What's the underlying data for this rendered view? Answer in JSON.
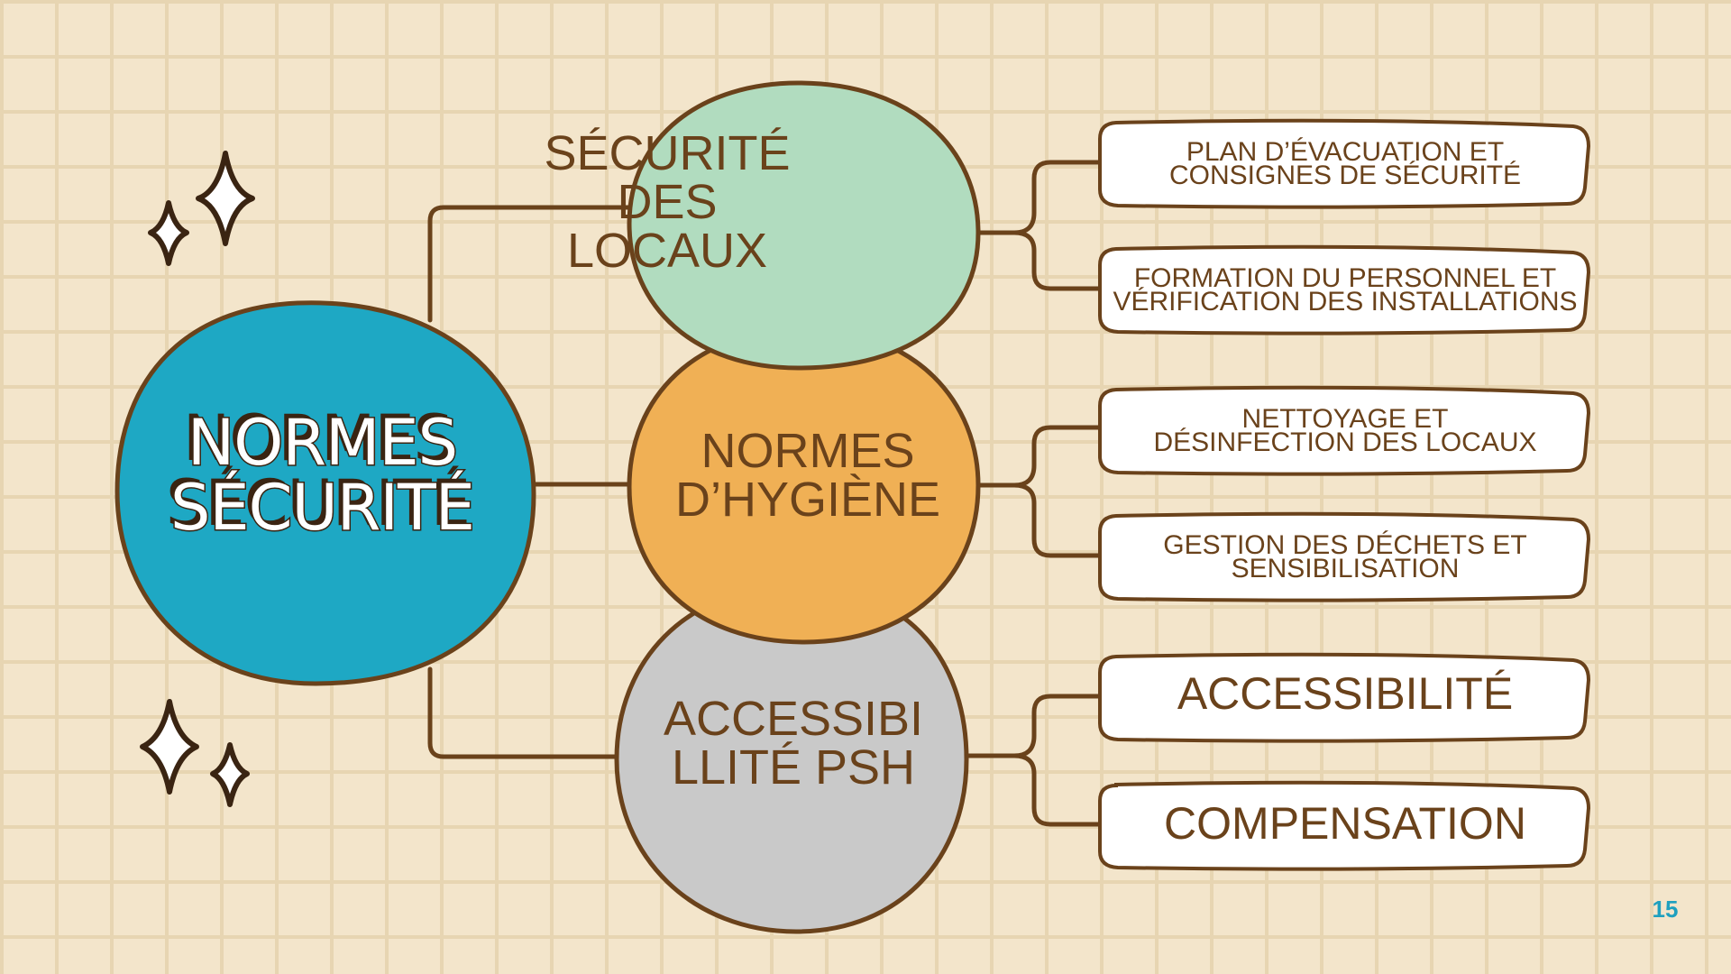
{
  "central": {
    "title": "NORMES SÉCURITÉ",
    "line1": "NORMES",
    "line2": "SÉCURITÉ"
  },
  "branches": [
    {
      "label": "SÉCURITÉ DES LOCAUX",
      "lines": [
        "SÉCURITÉ",
        "DES",
        "LOCAUX"
      ],
      "color": "#b1dcbf",
      "children": [
        {
          "lines": [
            "PLAN D’ÉVACUATION ET",
            "CONSIGNES DE SÉCURITÉ"
          ]
        },
        {
          "lines": [
            "FORMATION DU PERSONNEL ET",
            "VÉRIFICATION DES INSTALLATIONS"
          ]
        }
      ]
    },
    {
      "label": "NORMES D’HYGIÈNE",
      "lines": [
        "NORMES",
        "D’HYGIÈNE"
      ],
      "color": "#f0b055",
      "children": [
        {
          "lines": [
            "NETTOYAGE ET",
            "DÉSINFECTION DES LOCAUX"
          ]
        },
        {
          "lines": [
            "GESTION DES DÉCHETS ET",
            "SENSIBILISATION"
          ]
        }
      ]
    },
    {
      "label": "ACCESSIBILLITÉ PSH",
      "lines": [
        "ACCESSIBI",
        "LLITÉ PSH"
      ],
      "color": "#c9c9c9",
      "children": [
        {
          "lines": [
            "ACCESSIBILITÉ"
          ]
        },
        {
          "lines": [
            "COMPENSATION"
          ]
        }
      ]
    }
  ],
  "central_color": "#1ea8c4",
  "outline_color": "#6a421b",
  "page_number": "15",
  "decorations": [
    "sparkle-icon",
    "sparkle-icon",
    "sparkle-icon",
    "sparkle-icon"
  ]
}
